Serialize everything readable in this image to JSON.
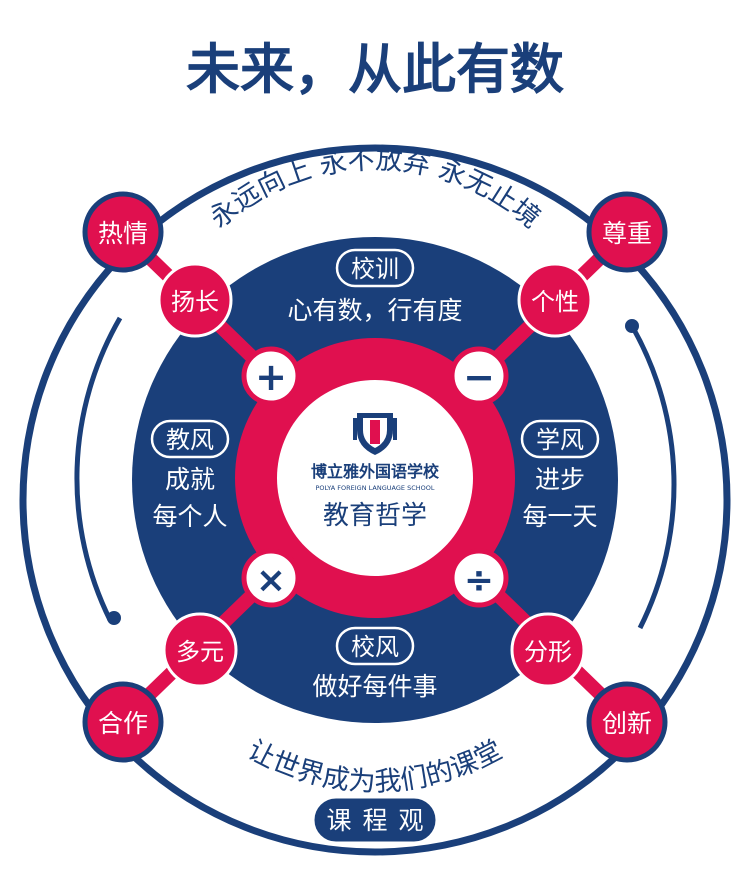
{
  "title": "未来，从此有数",
  "ring_top": "永远向上  永不放弃  永无止境",
  "ring_bottom": "让世界成为我们的课堂",
  "curriculum": [
    "课",
    "程",
    "观"
  ],
  "outer_nodes": {
    "tl": "热情",
    "tr": "尊重",
    "bl": "合作",
    "br": "创新"
  },
  "inner_nodes": {
    "tl": "扬长",
    "tr": "个性",
    "bl": "多元",
    "br": "分形"
  },
  "motto": {
    "badge": "校训",
    "text": "心有数，行有度"
  },
  "teaching": {
    "badge": "教风",
    "lines": [
      "成就",
      "每个人"
    ]
  },
  "learning": {
    "badge": "学风",
    "lines": [
      "进步",
      "每一天"
    ]
  },
  "school_spirit": {
    "badge": "校风",
    "text": "做好每件事"
  },
  "operators": {
    "plus": "+",
    "minus": "−",
    "times": "×",
    "divide": "÷"
  },
  "logo": {
    "cn": "博立雅外国语学校",
    "en": "POLYA FOREIGN LANGUAGE SCHOOL"
  },
  "center_label": "教育哲学",
  "colors": {
    "navy": "#1a3f7a",
    "crimson": "#e0104f",
    "white": "#ffffff"
  }
}
